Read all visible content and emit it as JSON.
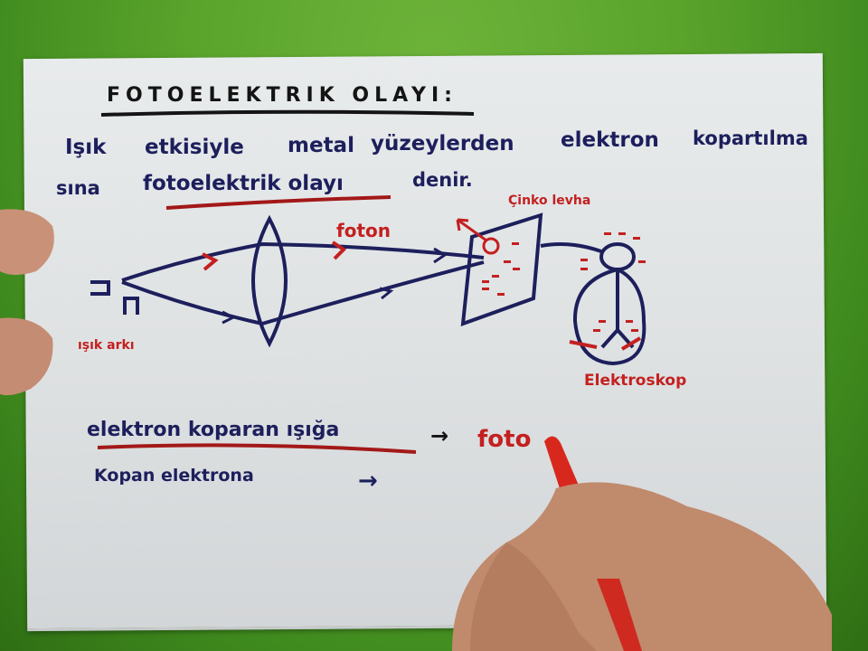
{
  "scene": {
    "description": "Photo of a handwritten physics lesson on white paper over a green background; a hand holding a red marker is writing.",
    "background_color": "#5aa42c",
    "paper_color": "#e1e4e5",
    "ink_colors": {
      "blue": "#1d1f5c",
      "red": "#c42020",
      "black": "#141414"
    }
  },
  "title": "FOTOELEKTRIK OLAYI:",
  "definition": {
    "line1": [
      "Işık",
      "etkisiyle",
      "metal",
      "yüzeylerden",
      "elektron",
      "kopartılma"
    ],
    "line2_start": "sına",
    "line2_highlight": "fotoelektrik olayı",
    "line2_end": "denir."
  },
  "diagram": {
    "source_label": "ışık arkı",
    "photon_label": "foton",
    "plate_label": "Çinko levha",
    "electroscope_label": "Elektroskop"
  },
  "notes": [
    {
      "text": "elektron koparan ışığa",
      "arrow": "→",
      "answer": "foto"
    },
    {
      "text": "Kopan elektrona",
      "arrow": "→",
      "answer": ""
    }
  ]
}
